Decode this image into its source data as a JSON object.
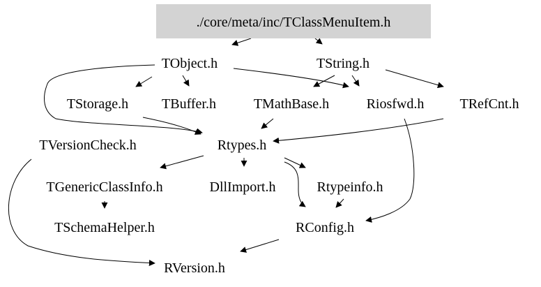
{
  "colors": {
    "root_fill": "#d3d3d3",
    "edge": "#000000",
    "text": "#000000",
    "background": "#ffffff"
  },
  "nodes": {
    "root": "./core/meta/inc/TClassMenuItem.h",
    "tobject": "TObject.h",
    "tstring": "TString.h",
    "tstorage": "TStorage.h",
    "tbuffer": "TBuffer.h",
    "tmathbase": "TMathBase.h",
    "riosfwd": "Riosfwd.h",
    "trefcnt": "TRefCnt.h",
    "tversioncheck": "TVersionCheck.h",
    "rtypes": "Rtypes.h",
    "tgenericclassinfo": "TGenericClassInfo.h",
    "dllimport": "DllImport.h",
    "rtypeinfo": "Rtypeinfo.h",
    "tschemahelper": "TSchemaHelper.h",
    "rconfig": "RConfig.h",
    "rversion": "RVersion.h"
  },
  "edges": [
    {
      "from": "root",
      "to": "tobject"
    },
    {
      "from": "root",
      "to": "tstring"
    },
    {
      "from": "tobject",
      "to": "tstorage"
    },
    {
      "from": "tobject",
      "to": "tbuffer"
    },
    {
      "from": "tobject",
      "to": "riosfwd"
    },
    {
      "from": "tobject",
      "to": "rtypes"
    },
    {
      "from": "tstring",
      "to": "tmathbase"
    },
    {
      "from": "tstring",
      "to": "riosfwd"
    },
    {
      "from": "tstring",
      "to": "trefcnt"
    },
    {
      "from": "tstorage",
      "to": "rtypes"
    },
    {
      "from": "tmathbase",
      "to": "rtypes"
    },
    {
      "from": "trefcnt",
      "to": "rtypes"
    },
    {
      "from": "riosfwd",
      "to": "rconfig"
    },
    {
      "from": "tversioncheck",
      "to": "rversion"
    },
    {
      "from": "rtypes",
      "to": "tgenericclassinfo"
    },
    {
      "from": "rtypes",
      "to": "dllimport"
    },
    {
      "from": "rtypes",
      "to": "rtypeinfo"
    },
    {
      "from": "rtypes",
      "to": "rconfig"
    },
    {
      "from": "tgenericclassinfo",
      "to": "tschemahelper"
    },
    {
      "from": "rtypeinfo",
      "to": "rconfig"
    },
    {
      "from": "rconfig",
      "to": "rversion"
    }
  ]
}
